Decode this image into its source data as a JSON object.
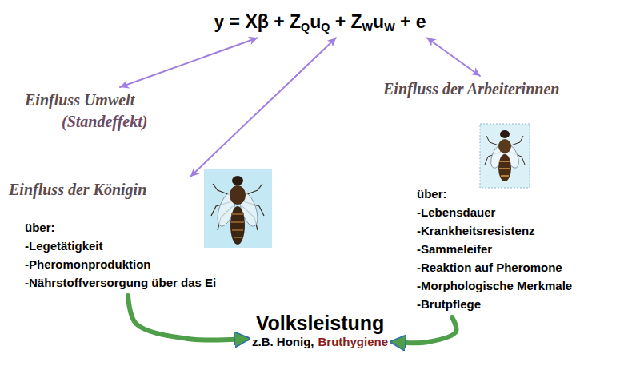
{
  "diagram": {
    "nodes": [
      {
        "text": [
          "y = Xβ + ZQuQ + ZWuW + e"
        ]
      },
      {
        "text": [
          "Einfluss Umwelt",
          "(Standeffekt)"
        ]
      },
      {
        "text": [
          "Einfluss der Königin",
          "über:",
          "-Legetätigkeit",
          "-Pheromonproduktion",
          "-Nährstoffversorgung über das Ei"
        ]
      },
      {
        "text": [
          "Einfluss der Arbeiterinnen",
          "über:",
          "-Lebensdauer",
          "-Krankheitsresistenz",
          "-Sammeleifer",
          "-Reaktion auf Pheromone",
          "-Morphologische Merkmale",
          "-Brutpflege"
        ]
      },
      {
        "text": [
          "Volksleistung",
          "z.B. Honig,",
          "Bruthygiene"
        ]
      }
    ],
    "edges": [
      {
        "from": 0,
        "to": 1,
        "arrow": "both"
      },
      {
        "from": 0,
        "to": 2,
        "arrow": "both"
      },
      {
        "from": 0,
        "to": 3,
        "arrow": "both"
      },
      {
        "from": 2,
        "to": 4,
        "arrow": "to"
      },
      {
        "from": 3,
        "to": 4,
        "arrow": "to"
      }
    ]
  }
}
